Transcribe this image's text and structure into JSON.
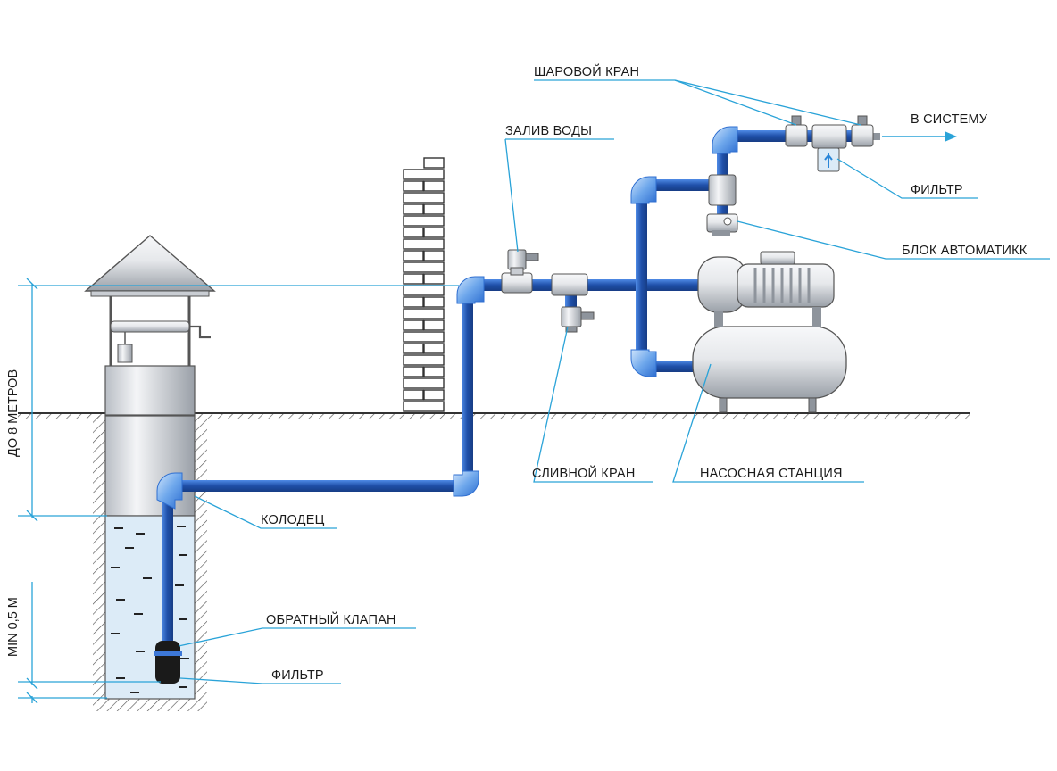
{
  "labels": {
    "ball_valve": "ШАРОВОЙ КРАН",
    "to_system": "В СИСТЕМУ",
    "water_fill": "ЗАЛИВ ВОДЫ",
    "filter_top": "ФИЛЬТР",
    "automation_block": "БЛОК АВТОМАТИКК",
    "drain_valve": "СЛИВНОЙ КРАН",
    "pump_station": "НАСОСНАЯ СТАНЦИЯ",
    "well": "КОЛОДЕЦ",
    "check_valve": "ОБРАТНЫЙ КЛАПАН",
    "filter_bottom": "ФИЛЬТР",
    "depth_upto": "ДО 8   МЕТРОВ",
    "depth_min": "MIN 0,5 М"
  },
  "colors": {
    "pipe": "#1f4fa8",
    "pipe_light": "#3d78d8",
    "leader": "#2aa3d8",
    "ground": "#333333",
    "water": "#dcebf7",
    "metal_light": "#f2f3f5",
    "metal_dark": "#8e949c"
  }
}
